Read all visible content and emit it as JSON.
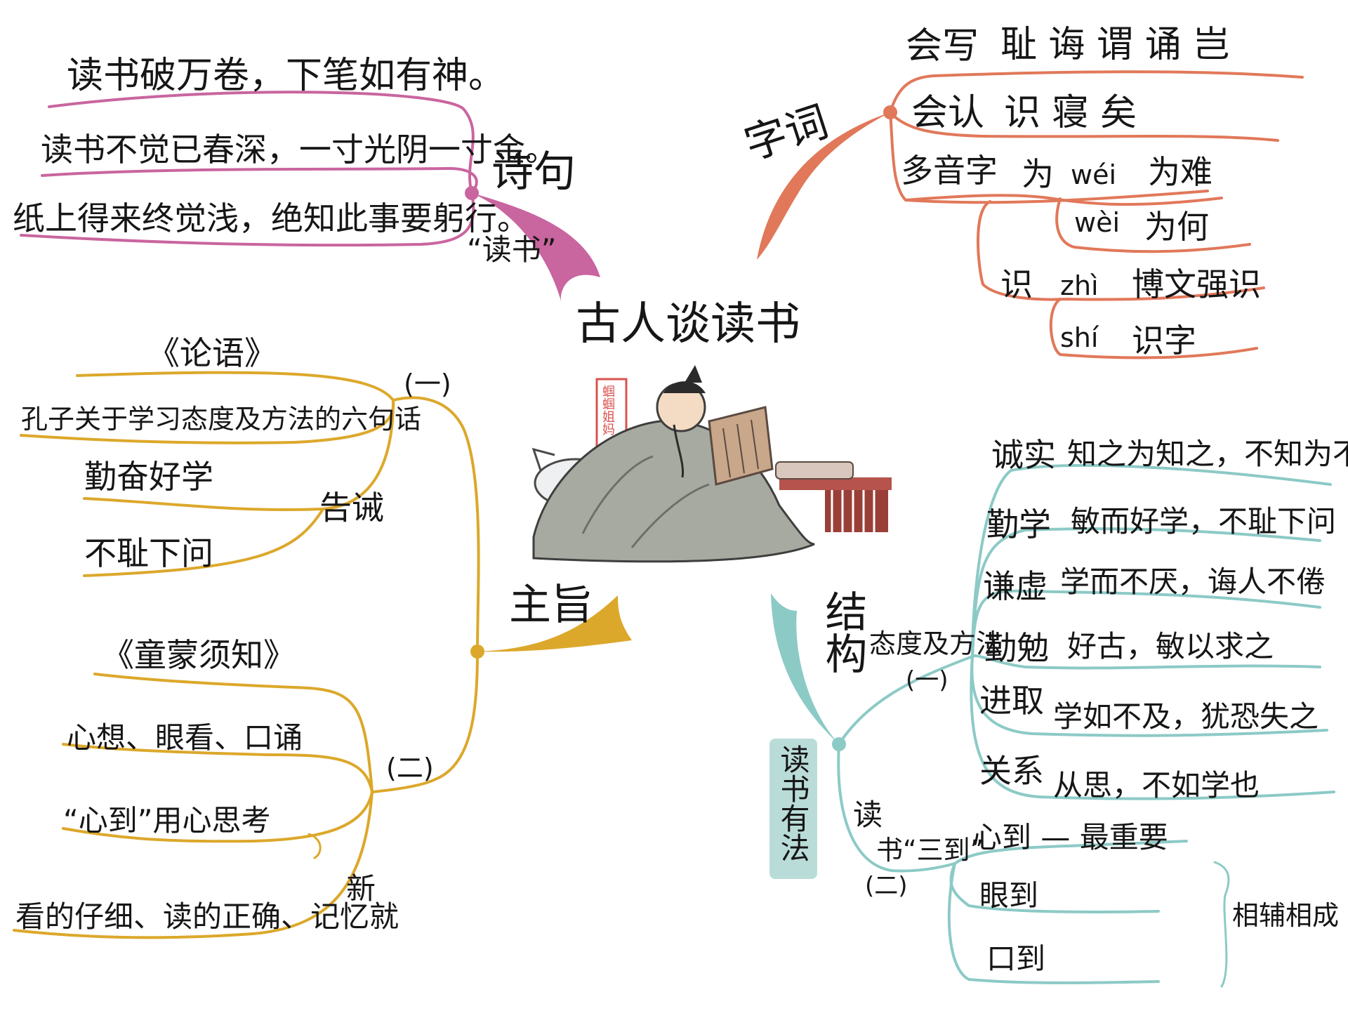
{
  "title": "古人谈读书",
  "colors": {
    "poems": "#c9659f",
    "words": "#e1785a",
    "theme": "#dca82b",
    "structure": "#8ccac6"
  },
  "branches": {
    "poems": {
      "label": "诗句",
      "sub": "“读书”",
      "lines": [
        "读书破万卷，下笔如有神。",
        "读书不觉已春深，一寸光阴一寸金。",
        "纸上得来终觉浅，绝知此事要躬行。"
      ]
    },
    "words": {
      "label": "字词",
      "write_label": "会写",
      "write_chars": "耻 诲 谓 诵 岂",
      "read_label": "会认",
      "read_chars": "识 寝 矣",
      "poly_label": "多音字",
      "wei": {
        "char": "为",
        "p1": "wéi",
        "w1": "为难",
        "p2": "wèi",
        "w2": "为何"
      },
      "shi": {
        "char": "识",
        "p1": "zhì",
        "w1": "博文强识",
        "p2": "shí",
        "w2": "识字"
      }
    },
    "theme": {
      "label": "主旨",
      "one": {
        "num": "(一)",
        "book": "《论语》",
        "desc": "孔子关于学习态度及方法的六句话",
        "warn": "告诫",
        "w1": "勤奋好学",
        "w2": "不耻下问"
      },
      "two": {
        "num": "(二)",
        "book": "《童蒙须知》",
        "l1": "心想、眼看、口诵",
        "l2": "“心到”用心思考",
        "l3": "看的仔细、读的正确、记忆就",
        "l3b": "新"
      }
    },
    "structure": {
      "label": "结构",
      "vlabel": "读书有法",
      "one": {
        "num": "(一)",
        "label": "态度及方法",
        "items": [
          {
            "k": "诚实",
            "v": "知之为知之，不知为不知"
          },
          {
            "k": "勤学",
            "v": "敏而好学，不耻下问"
          },
          {
            "k": "谦虚",
            "v": "学而不厌，诲人不倦"
          },
          {
            "k": "勤勉",
            "v": "好古，敏以求之"
          },
          {
            "k": "进取",
            "v": "学如不及，犹恐失之"
          },
          {
            "k": "关系",
            "v": "从思，不如学也"
          }
        ]
      },
      "two": {
        "num": "(二)",
        "a": "读",
        "b": "书“三到”",
        "main": "心到 — 最重要",
        "eye": "眼到",
        "mouth": "口到",
        "rel": "相辅相成"
      }
    }
  },
  "seal": "蝈蝈姐妈"
}
